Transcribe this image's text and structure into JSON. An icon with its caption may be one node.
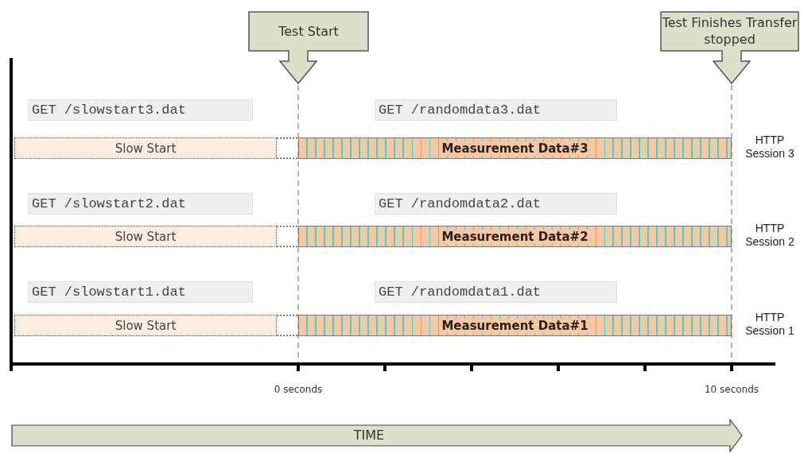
{
  "diagram": {
    "nodes": [
      {
        "text": [
          "Test Start"
        ]
      },
      {
        "text": [
          "Test Finishes Transfer stopped"
        ]
      },
      {
        "text": [
          "GET /slowstart3.dat"
        ]
      },
      {
        "text": [
          "GET /randomdata3.dat"
        ]
      },
      {
        "text": [
          "Slow Start"
        ]
      },
      {
        "text": [
          "Measurement Data#3"
        ],
        "beside": [
          "HTTP Session 3"
        ]
      },
      {
        "text": [
          "GET /slowstart2.dat"
        ]
      },
      {
        "text": [
          "GET /randomdata2.dat"
        ]
      },
      {
        "text": [
          "Slow Start"
        ]
      },
      {
        "text": [
          "Measurement Data#2"
        ],
        "beside": [
          "HTTP Session 2"
        ]
      },
      {
        "text": [
          "GET /slowstart1.dat"
        ]
      },
      {
        "text": [
          "GET /randomdata1.dat"
        ]
      },
      {
        "text": [
          "Slow Start"
        ]
      },
      {
        "text": [
          "Measurement Data#1"
        ],
        "beside": [
          "HTTP Session 1"
        ]
      },
      {
        "text": [
          "TIME"
        ]
      }
    ],
    "labels": [
      "0 seconds",
      "10 seconds"
    ]
  }
}
